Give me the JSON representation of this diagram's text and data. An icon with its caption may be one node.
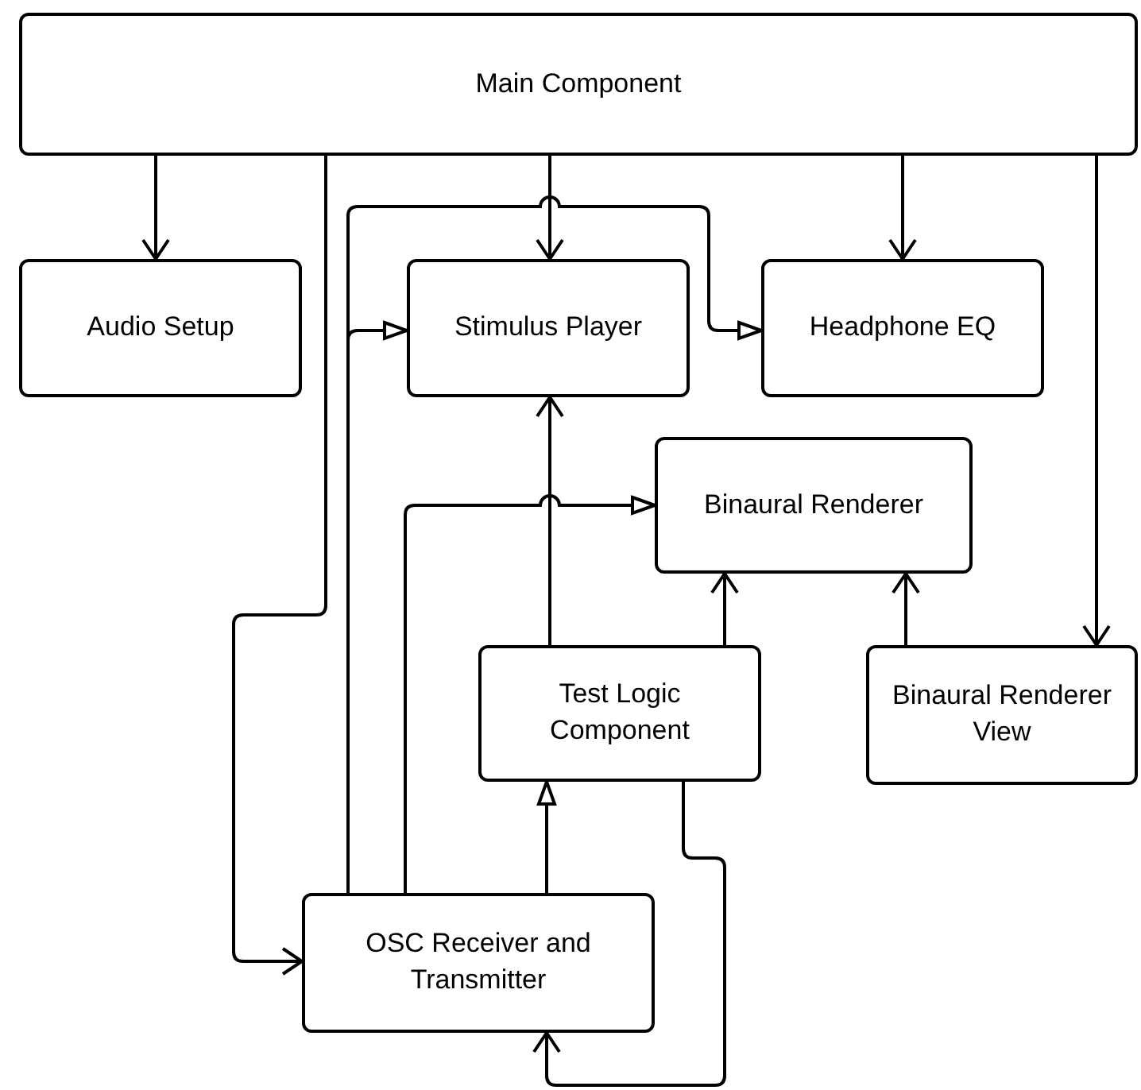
{
  "diagram": {
    "nodes": [
      {
        "text": [
          "Main Component"
        ]
      },
      {
        "text": [
          "Audio Setup"
        ]
      },
      {
        "text": [
          "Stimulus Player"
        ]
      },
      {
        "text": [
          "Headphone EQ"
        ]
      },
      {
        "text": [
          "Binaural Renderer"
        ]
      },
      {
        "text": [
          "Test Logic Component"
        ]
      },
      {
        "text": [
          "Binaural Renderer View"
        ]
      },
      {
        "text": [
          "OSC Receiver and Transmitter"
        ]
      }
    ],
    "edges": [
      {
        "from": 0,
        "to": 1,
        "arrow": "to"
      },
      {
        "from": 0,
        "to": 2,
        "arrow": "to"
      },
      {
        "from": 0,
        "to": 3,
        "arrow": "to"
      },
      {
        "from": 0,
        "to": 6,
        "arrow": "to"
      },
      {
        "from": 0,
        "to": 7,
        "arrow": "to"
      },
      {
        "from": 7,
        "to": 2,
        "arrow": "to"
      },
      {
        "from": 7,
        "to": 3,
        "arrow": "to"
      },
      {
        "from": 7,
        "to": 4,
        "arrow": "to"
      },
      {
        "from": 7,
        "to": 5,
        "arrow": "to"
      },
      {
        "from": 5,
        "to": 2,
        "arrow": "to"
      },
      {
        "from": 5,
        "to": 4,
        "arrow": "to"
      },
      {
        "from": 6,
        "to": 4,
        "arrow": "to"
      },
      {
        "from": 5,
        "to": 7,
        "arrow": "to"
      }
    ]
  }
}
